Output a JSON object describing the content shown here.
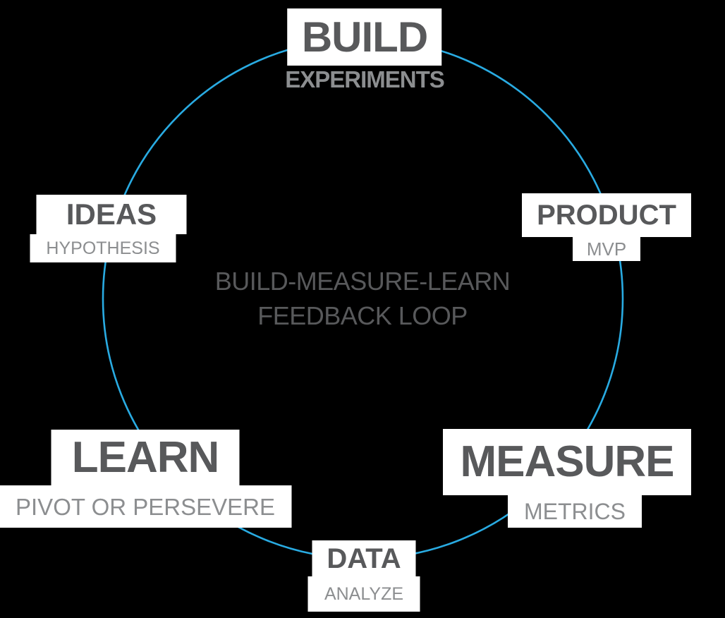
{
  "diagram": {
    "title": "Build-Measure-Learn feedback loop diagram",
    "center": {
      "line1": "BUILD-MEASURE-LEARN",
      "line2": "FEEDBACK LOOP"
    },
    "nodes": [
      {
        "id": "build",
        "title": "BUILD",
        "subtitle": "EXPERIMENTS",
        "position": "top"
      },
      {
        "id": "product",
        "title": "PRODUCT",
        "subtitle": "MVP",
        "position": "upper-right"
      },
      {
        "id": "measure",
        "title": "MEASURE",
        "subtitle": "METRICS",
        "position": "lower-right"
      },
      {
        "id": "data",
        "title": "DATA",
        "subtitle": "ANALYZE",
        "position": "bottom"
      },
      {
        "id": "learn",
        "title": "LEARN",
        "subtitle": "PIVOT OR PERSEVERE",
        "position": "lower-left"
      },
      {
        "id": "ideas",
        "title": "IDEAS",
        "subtitle": "HYPOTHESIS",
        "position": "upper-left"
      }
    ],
    "colors": {
      "circle": "#29ABE2",
      "title_text": "#58595B",
      "subtitle_text": "#8C8E90",
      "label_background": "#FFFFFF",
      "page_background": "#000000"
    }
  }
}
